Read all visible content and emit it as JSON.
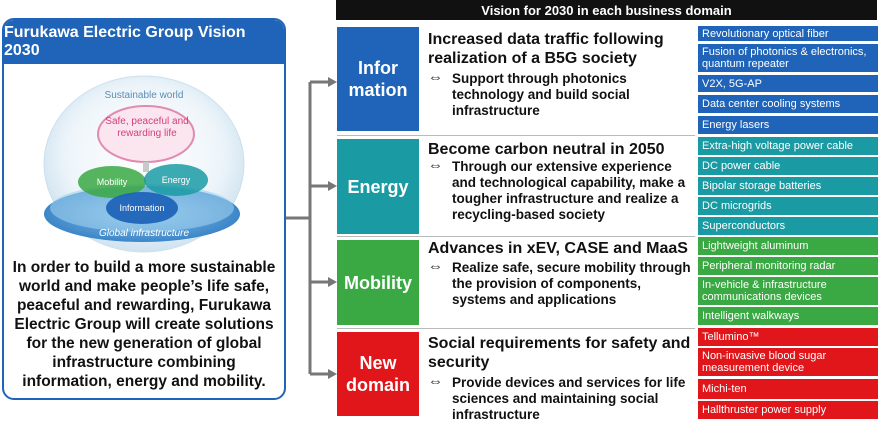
{
  "header": {
    "title": "Vision for 2030 in each business domain"
  },
  "vision": {
    "title": "Furukawa Electric Group Vision 2030",
    "sphere": {
      "outer_label": "Sustainable world",
      "top_label": "Safe, peaceful and rewarding life",
      "mobility": "Mobility",
      "energy": "Energy",
      "information": "Information",
      "base_label": "Global infrastructure"
    },
    "body": "In order to build a more sustainable world and make people’s life safe, peaceful and rewarding, Furukawa Electric Group will create solutions for the new generation of global infrastructure combining information, energy and mobility."
  },
  "domains": [
    {
      "label": "Infor\nmation",
      "headline": "Increased data traffic following realization of a B5G society",
      "desc_arrow": "⇔",
      "desc": "Support through photonics technology and build social infrastructure",
      "color": "#1f64b8",
      "tags": [
        "Revolutionary optical fiber",
        "Fusion of photonics & electronics, quantum repeater",
        "V2X, 5G-AP",
        "Data center cooling systems",
        "Energy lasers"
      ]
    },
    {
      "label": "Energy",
      "headline": "Become carbon neutral in 2050",
      "desc_arrow": "⇔",
      "desc": "Through our extensive experience and technological capability, make a tougher infrastructure and realize a recycling-based society",
      "color": "#1a9ba3",
      "tags": [
        "Extra-high voltage power cable",
        "DC power cable",
        "Bipolar storage batteries",
        "DC microgrids",
        "Superconductors"
      ]
    },
    {
      "label": "Mobility",
      "headline": "Advances in xEV, CASE and MaaS",
      "desc_arrow": "⇔",
      "desc": "Realize safe, secure mobility through the provision of components, systems and applications",
      "color": "#3aa843",
      "tags": [
        "Lightweight aluminum",
        "Peripheral monitoring radar",
        "In-vehicle & infrastructure communications devices",
        "Intelligent walkways"
      ]
    },
    {
      "label": "New\ndomain",
      "headline": "Social requirements for safety and security",
      "desc_arrow": "⇔",
      "desc": "Provide devices and services for life sciences and maintaining social infrastructure",
      "color": "#e0161b",
      "tags": [
        "Tellumino™",
        "Non-invasive blood sugar measurement device",
        "Michi-ten",
        "Hallthruster power supply"
      ]
    }
  ]
}
